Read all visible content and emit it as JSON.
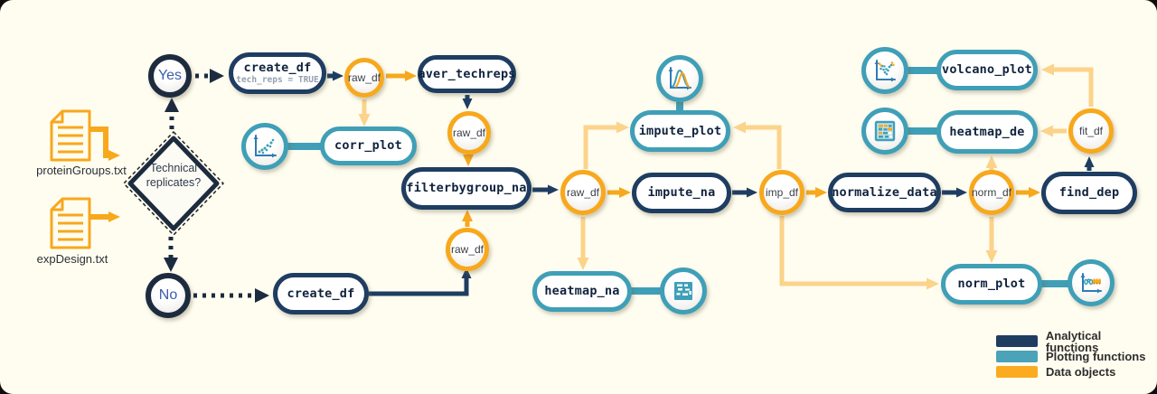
{
  "inputs": {
    "file1": "proteinGroups.txt",
    "file2": "expDesign.txt"
  },
  "decision": {
    "question": "Technical replicates?",
    "yes_label": "Yes",
    "no_label": "No"
  },
  "nodes": {
    "create_df_yes": {
      "label": "create_df",
      "sub": "tech_reps = TRUE"
    },
    "aver_techreps": {
      "label": "aver_techreps"
    },
    "corr_plot": {
      "label": "corr_plot"
    },
    "filterbygroup_na": {
      "label": "filterbygroup_na"
    },
    "create_df_no": {
      "label": "create_df"
    },
    "impute_plot": {
      "label": "impute_plot"
    },
    "impute_na": {
      "label": "impute_na"
    },
    "heatmap_na": {
      "label": "heatmap_na"
    },
    "normalize_data": {
      "label": "normalize_data"
    },
    "find_dep": {
      "label": "find_dep"
    },
    "volcano_plot": {
      "label": "volcano_plot"
    },
    "heatmap_de": {
      "label": "heatmap_de"
    },
    "norm_plot": {
      "label": "norm_plot"
    }
  },
  "data_objects": {
    "raw_df_1": "raw_df",
    "raw_df_2": "raw_df",
    "raw_df_3": "raw_df",
    "raw_df_4": "raw_df",
    "imp_df": "imp_df",
    "norm_df": "norm_df",
    "fit_df": "fit_df"
  },
  "icons": {
    "corr_plot": "scatter-plot-icon",
    "impute_plot": "density-curves-icon",
    "heatmap_na": "heatmap-icon",
    "volcano_plot": "volcano-scatter-icon",
    "heatmap_de": "heatmap-grid-icon",
    "norm_plot": "jitter-boxplot-icon",
    "inputs": "document-icon"
  },
  "legend": {
    "items": [
      {
        "label": "Analytical functions",
        "color": "#1e3d61"
      },
      {
        "label": "Plotting functions",
        "color": "#4aa3b8"
      },
      {
        "label": "Data objects",
        "color": "#fbab1f"
      }
    ]
  },
  "colors": {
    "analytical": "#1e3d61",
    "plotting": "#3f9fb7",
    "data_object": "#f7a81c",
    "data_flow_light": "#fbd38a",
    "background": "#fffdf0"
  }
}
